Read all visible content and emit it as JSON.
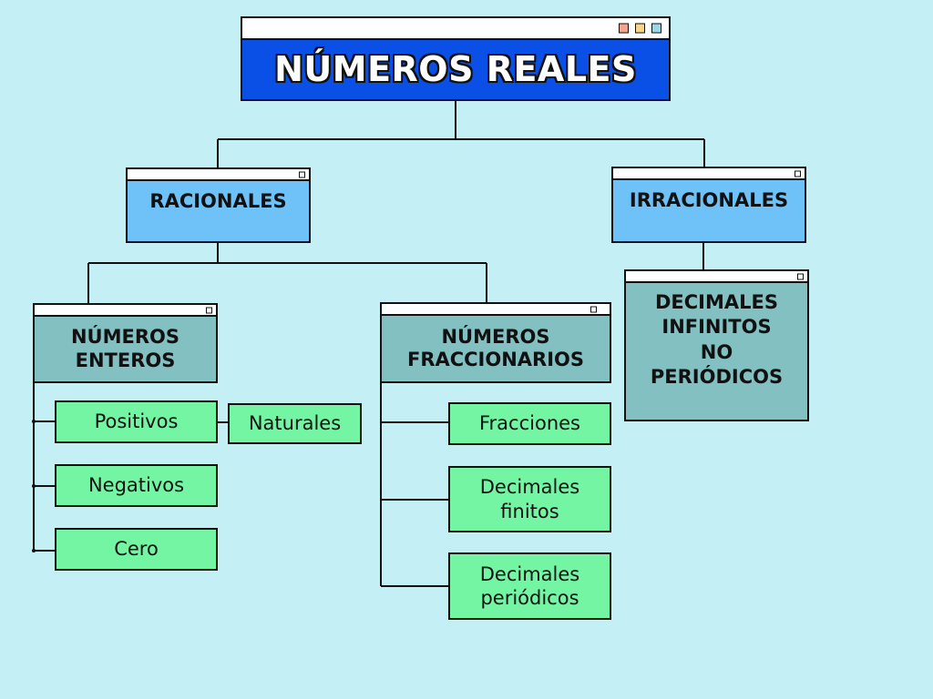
{
  "title": "NÚMEROS REALES",
  "colors": {
    "background": "#c4f0f5",
    "title_fill": "#0a4fe6",
    "level1_fill": "#6ec2f8",
    "level2_fill": "#83c0c2",
    "leaf_fill": "#74f5a4",
    "lines": "#111111"
  },
  "title_bar_dots": [
    "#f3a48f",
    "#f7d68b",
    "#9fd6e6"
  ],
  "nodes": {
    "racionales": "RACIONALES",
    "irracionales": "IRRACIONALES",
    "enteros": "NÚMEROS\nENTEROS",
    "fraccionarios": "NÚMEROS\nFRACCIONARIOS",
    "decimales_infinitos": "DECIMALES\nINFINITOS\nNO\nPERIÓDICOS"
  },
  "leaves": {
    "positivos": "Positivos",
    "naturales": "Naturales",
    "negativos": "Negativos",
    "cero": "Cero",
    "fracciones": "Fracciones",
    "decimales_finitos": "Decimales\nfinitos",
    "decimales_periodicos": "Decimales\nperiódicos"
  }
}
